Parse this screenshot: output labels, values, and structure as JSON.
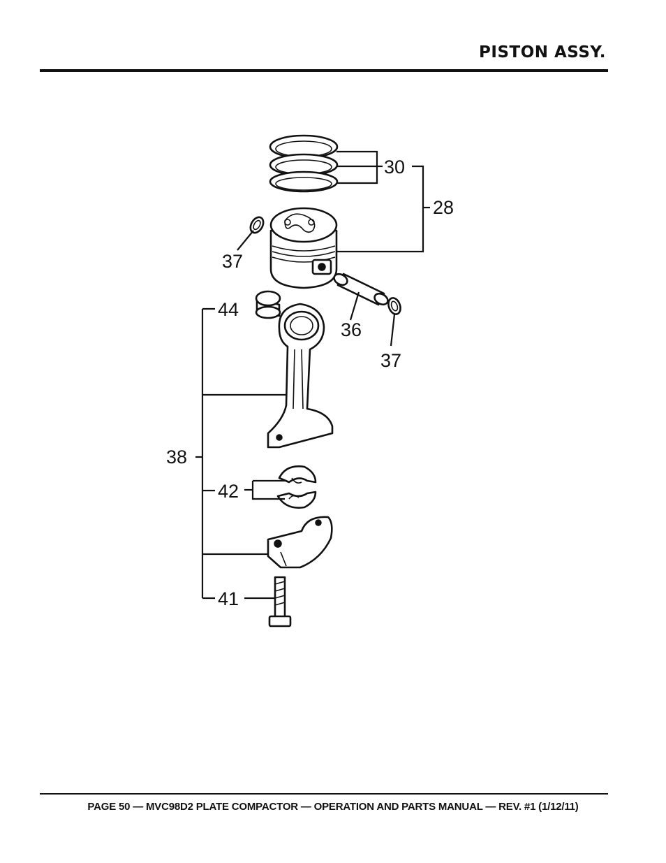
{
  "header": {
    "title": "PISTON ASSY."
  },
  "footer": {
    "text": "PAGE 50 — MVC98D2 PLATE COMPACTOR — OPERATION AND PARTS MANUAL — REV. #1 (1/12/11)"
  },
  "callouts": {
    "c30": "30",
    "c28": "28",
    "c37a": "37",
    "c44": "44",
    "c36": "36",
    "c37b": "37",
    "c38": "38",
    "c42": "42",
    "c41": "41"
  }
}
